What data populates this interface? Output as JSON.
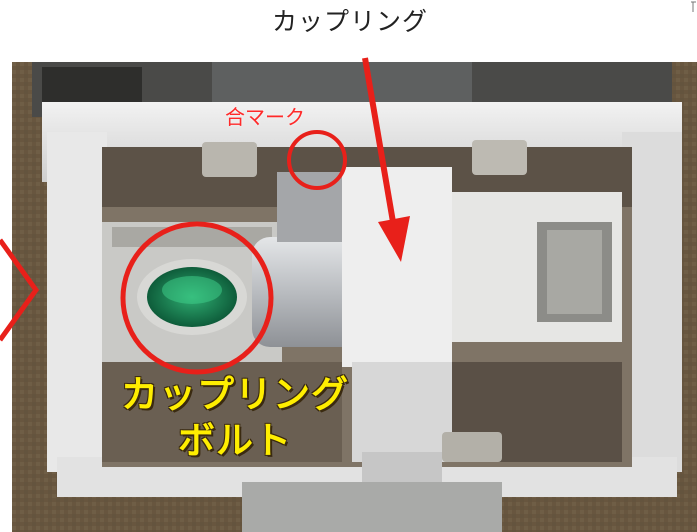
{
  "labels": {
    "coupling": "カップリング",
    "alignment_mark": "合マーク",
    "coupling_bolt_line1": "カップリング",
    "coupling_bolt_line2": "ボルト"
  },
  "colors": {
    "annotation_red": "#e8201a",
    "bolt_label_yellow": "#ffee00"
  }
}
